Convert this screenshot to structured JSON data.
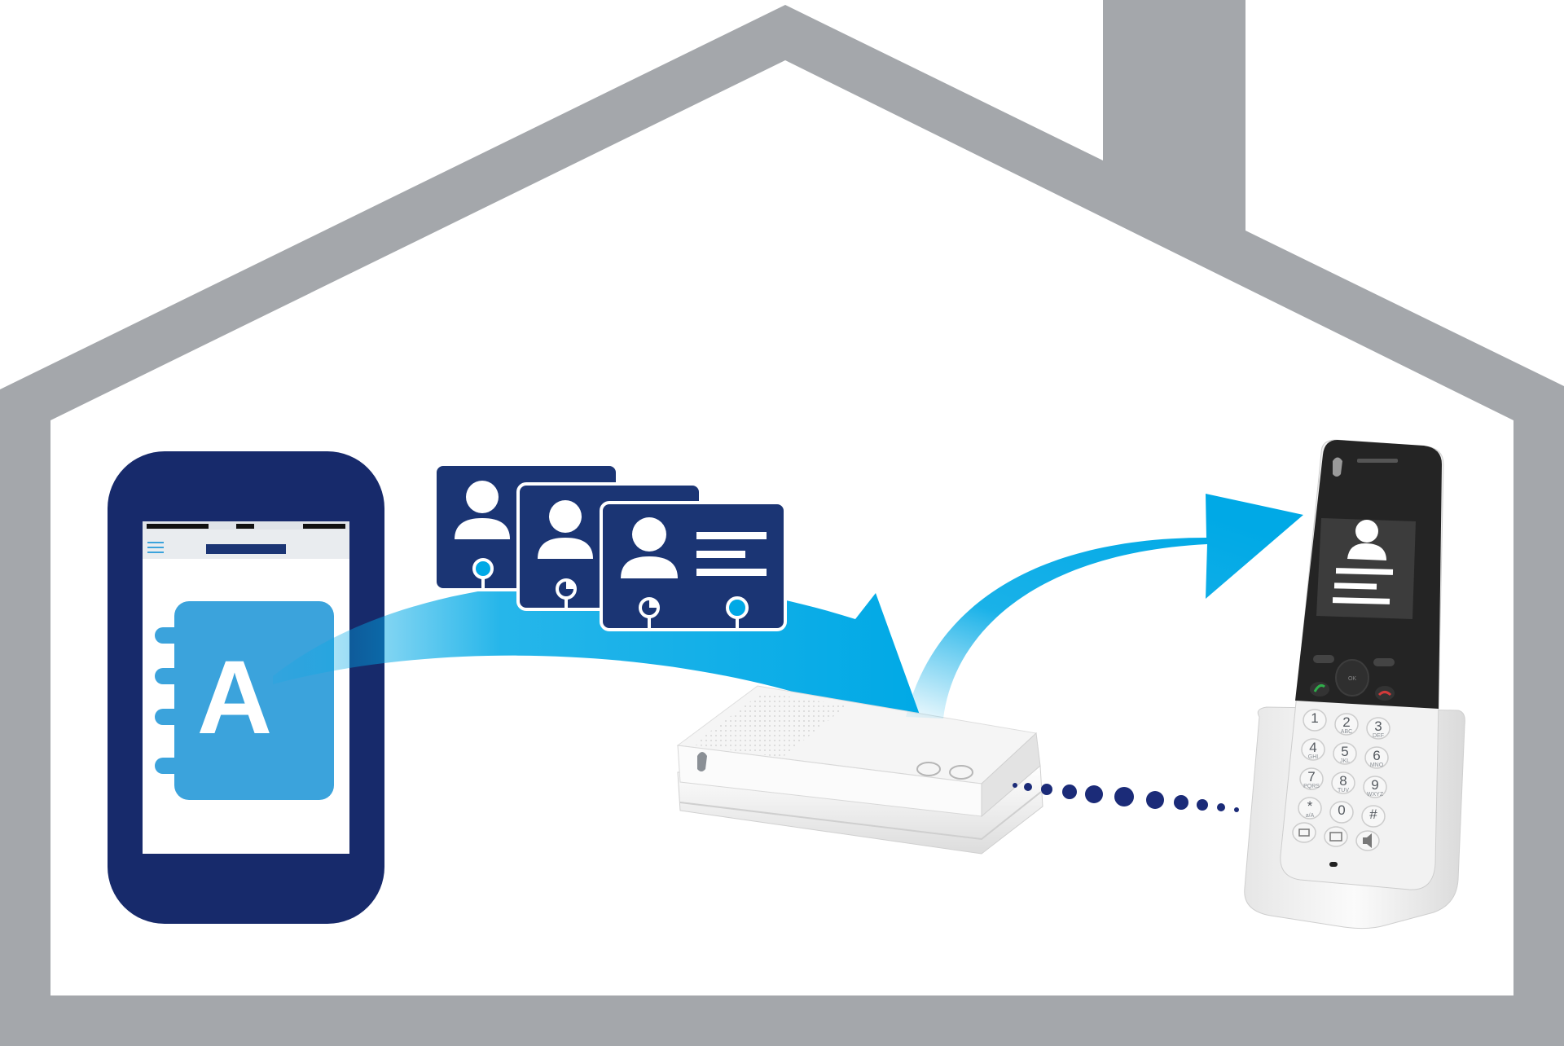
{
  "colors": {
    "house": "#a4a7ab",
    "navy": "#172a6b",
    "card_blue": "#1b3574",
    "book_blue": "#3ba3dc",
    "arrow_cyan": "#00a9e6",
    "dots": "#1b2b78",
    "handset_screen": "#3c3c3c",
    "device_white": "#f3f3f3"
  },
  "phone": {
    "app_icon_letter": "A"
  },
  "handset": {
    "keys": [
      {
        "digit": "1",
        "sub": ""
      },
      {
        "digit": "2",
        "sub": "ABC"
      },
      {
        "digit": "3",
        "sub": "DEF"
      },
      {
        "digit": "4",
        "sub": "GHI"
      },
      {
        "digit": "5",
        "sub": "JKL"
      },
      {
        "digit": "6",
        "sub": "MNO"
      },
      {
        "digit": "7",
        "sub": "PQRS"
      },
      {
        "digit": "8",
        "sub": "TUV"
      },
      {
        "digit": "9",
        "sub": "WXYZ"
      },
      {
        "digit": "*",
        "sub": "a/A"
      },
      {
        "digit": "0",
        "sub": ""
      },
      {
        "digit": "#",
        "sub": ""
      }
    ],
    "nav_ok_label": "OK"
  }
}
